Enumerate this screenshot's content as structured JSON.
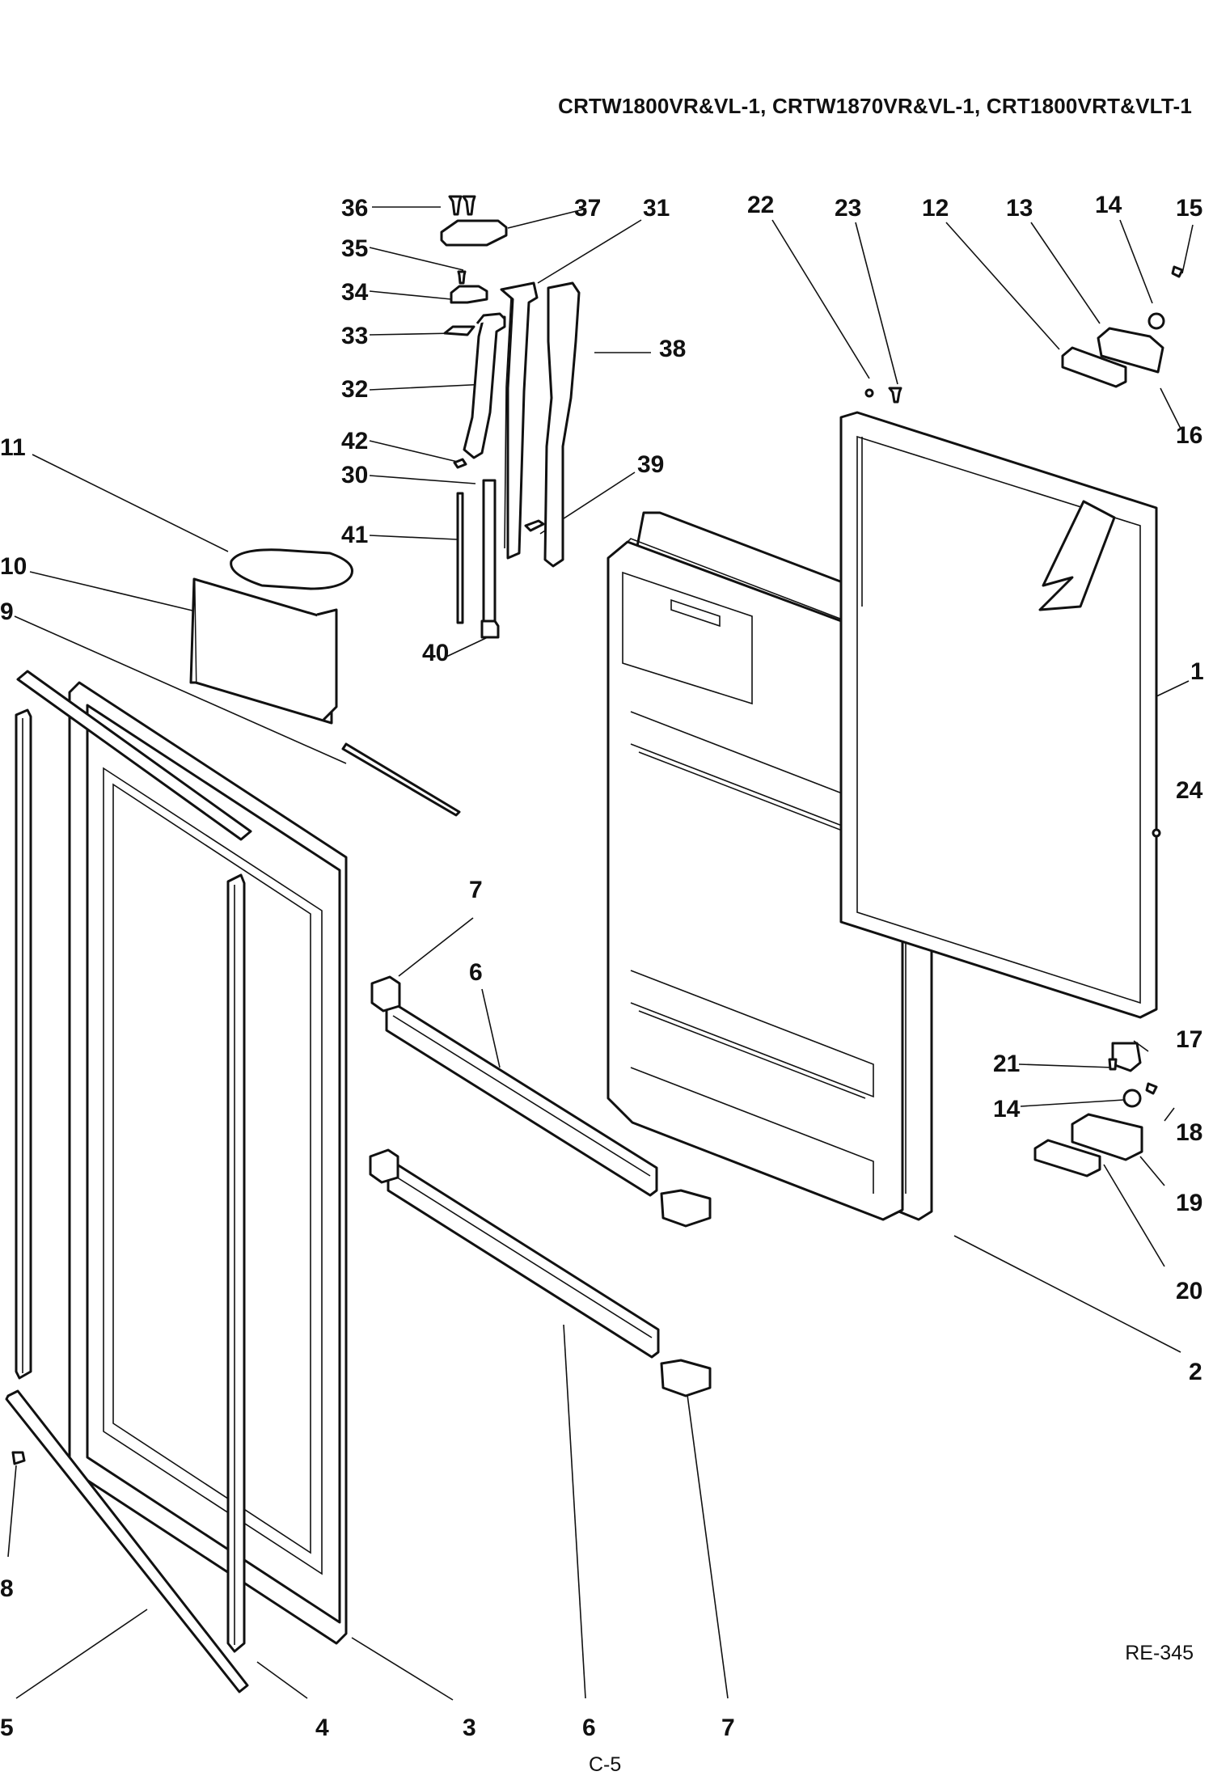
{
  "header": {
    "models": "CRTW1800VR&VL-1, CRTW1870VR&VL-1, CRT1800VRT&VLT-1"
  },
  "footer": {
    "drawing_code": "RE-345",
    "page_number": "C-5"
  },
  "callouts": [
    {
      "id": "c36",
      "label": "36"
    },
    {
      "id": "c37",
      "label": "37"
    },
    {
      "id": "c31",
      "label": "31"
    },
    {
      "id": "c22",
      "label": "22"
    },
    {
      "id": "c23",
      "label": "23"
    },
    {
      "id": "c12",
      "label": "12"
    },
    {
      "id": "c13",
      "label": "13"
    },
    {
      "id": "c14a",
      "label": "14"
    },
    {
      "id": "c15",
      "label": "15"
    },
    {
      "id": "c35",
      "label": "35"
    },
    {
      "id": "c34",
      "label": "34"
    },
    {
      "id": "c38",
      "label": "38"
    },
    {
      "id": "c33",
      "label": "33"
    },
    {
      "id": "c32",
      "label": "32"
    },
    {
      "id": "c16",
      "label": "16"
    },
    {
      "id": "c42",
      "label": "42"
    },
    {
      "id": "c11",
      "label": "11"
    },
    {
      "id": "c39",
      "label": "39"
    },
    {
      "id": "c30",
      "label": "30"
    },
    {
      "id": "c41",
      "label": "41"
    },
    {
      "id": "c10",
      "label": "10"
    },
    {
      "id": "c9",
      "label": "9"
    },
    {
      "id": "c40",
      "label": "40"
    },
    {
      "id": "c1",
      "label": "1"
    },
    {
      "id": "c24",
      "label": "24"
    },
    {
      "id": "c7a",
      "label": "7"
    },
    {
      "id": "c6a",
      "label": "6"
    },
    {
      "id": "c17",
      "label": "17"
    },
    {
      "id": "c21",
      "label": "21"
    },
    {
      "id": "c14b",
      "label": "14"
    },
    {
      "id": "c18",
      "label": "18"
    },
    {
      "id": "c19",
      "label": "19"
    },
    {
      "id": "c20",
      "label": "20"
    },
    {
      "id": "c2",
      "label": "2"
    },
    {
      "id": "c8",
      "label": "8"
    },
    {
      "id": "c5",
      "label": "5"
    },
    {
      "id": "c4",
      "label": "4"
    },
    {
      "id": "c3",
      "label": "3"
    },
    {
      "id": "c6b",
      "label": "6"
    },
    {
      "id": "c7b",
      "label": "7"
    }
  ]
}
